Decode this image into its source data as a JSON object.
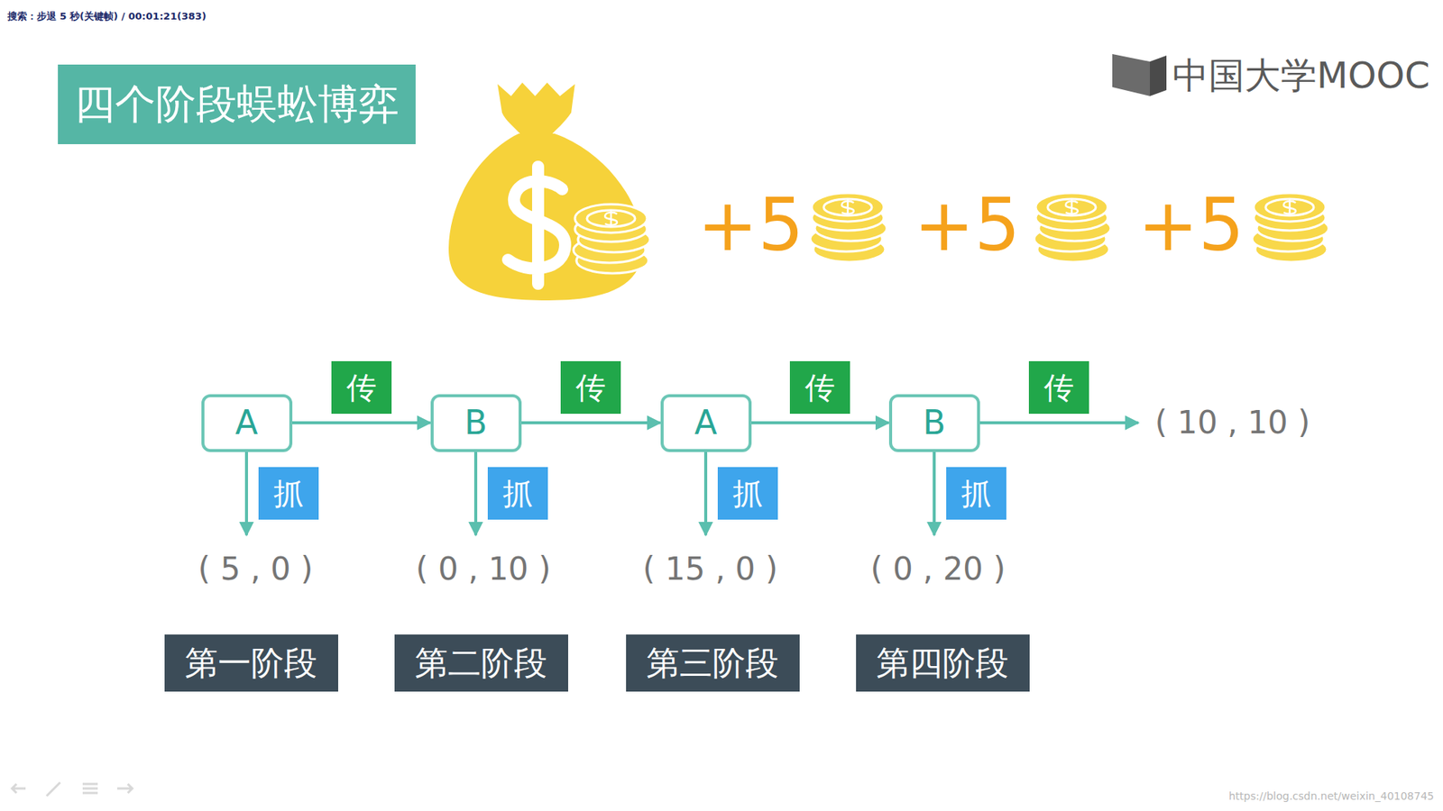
{
  "diagram": {
    "title": "四个阶段蜈蚣博弈",
    "nodes": [
      {
        "text": [
          "A"
        ]
      },
      {
        "text": [
          "B"
        ]
      },
      {
        "text": [
          "A"
        ]
      },
      {
        "text": [
          "B"
        ]
      },
      {
        "text": [
          "( 10 , 10 )"
        ]
      },
      {
        "text": [
          "( 5 , 0 )"
        ]
      },
      {
        "text": [
          "( 0 , 10 )"
        ]
      },
      {
        "text": [
          "( 15 , 0 )"
        ]
      },
      {
        "text": [
          "( 0 , 20 )"
        ]
      },
      {
        "text": [
          "第一阶段"
        ]
      },
      {
        "text": [
          "第二阶段"
        ]
      },
      {
        "text": [
          "第三阶段"
        ]
      },
      {
        "text": [
          "第四阶段"
        ]
      }
    ],
    "edges": [
      {
        "from": 0,
        "to": 1,
        "label": "传",
        "arrow": "to"
      },
      {
        "from": 1,
        "to": 2,
        "label": "传",
        "arrow": "to"
      },
      {
        "from": 2,
        "to": 3,
        "label": "传",
        "arrow": "to"
      },
      {
        "from": 3,
        "to": 4,
        "label": "传",
        "arrow": "to"
      },
      {
        "from": 0,
        "to": 5,
        "label": "抓",
        "arrow": "to"
      },
      {
        "from": 1,
        "to": 6,
        "label": "抓",
        "arrow": "to"
      },
      {
        "from": 2,
        "to": 7,
        "label": "抓",
        "arrow": "to"
      },
      {
        "from": 3,
        "to": 8,
        "label": "抓",
        "arrow": "to"
      }
    ],
    "labels": [
      "搜索：步退 5 秒(关键帧) / 00:01:21(383)",
      "+5",
      "+5",
      "+5",
      "中国大学MOOC",
      "https://blog.csdn.net/weixin_40108745"
    ]
  }
}
